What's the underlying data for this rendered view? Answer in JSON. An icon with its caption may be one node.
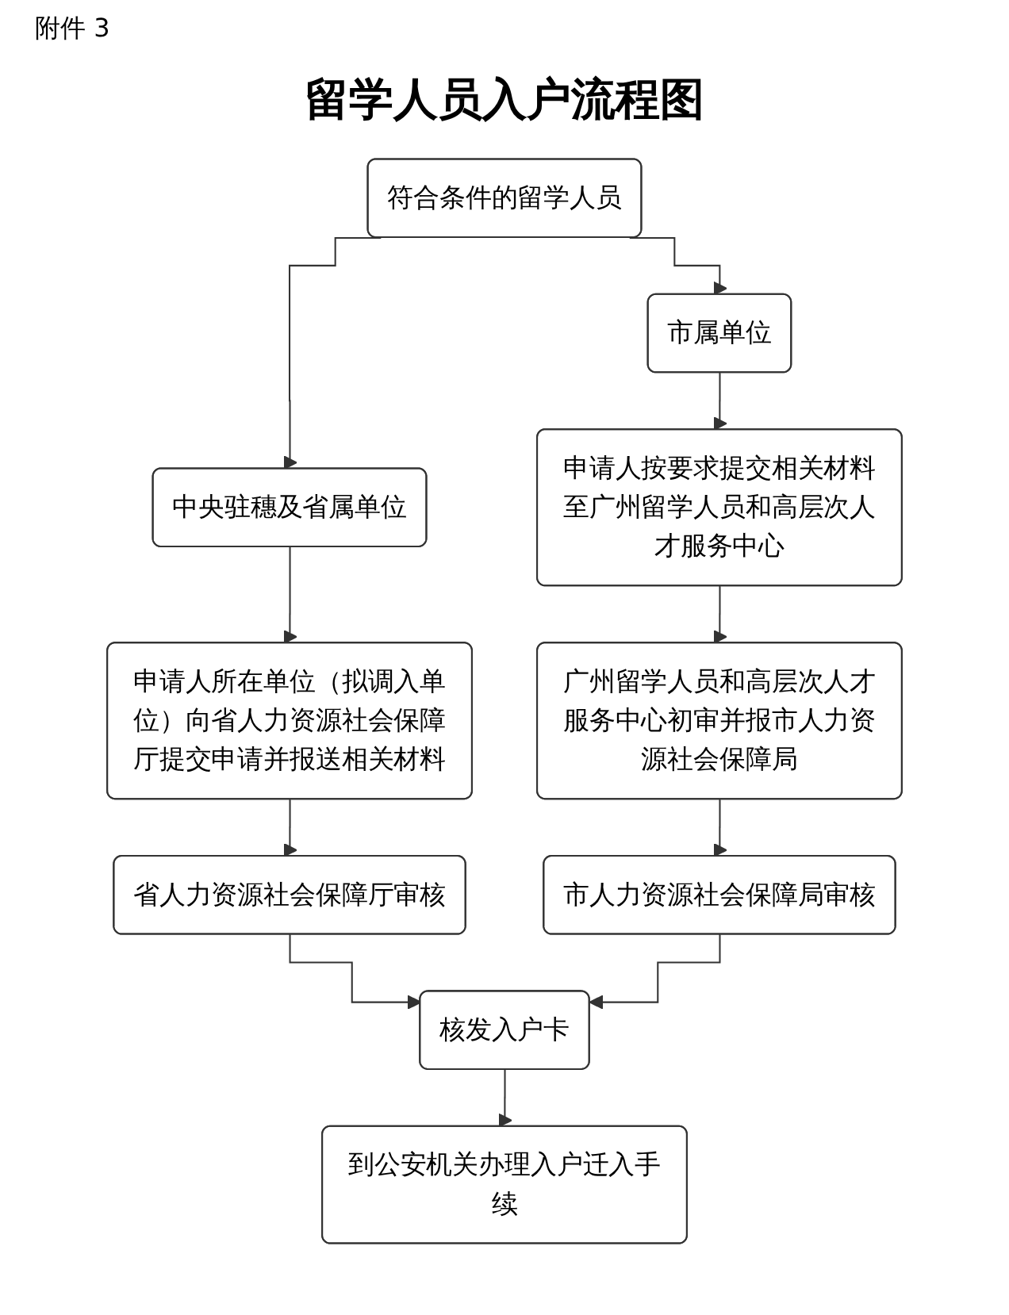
{
  "diagram": {
    "title": "留学人员入户流程图",
    "nodes": [
      {
        "text": [
          "符合条件的留学人员"
        ]
      },
      {
        "text": [
          "中央驻穗及省属单位"
        ]
      },
      {
        "text": [
          "市属单位"
        ]
      },
      {
        "text": [
          "申请人所在单位（拟调入单位）向省人力资源社会保障厅提交申请并报送相关材料"
        ]
      },
      {
        "text": [
          "申请人按要求提交相关材料至广州留学人员和高层次人才服务中心"
        ]
      },
      {
        "text": [
          "广州留学人员和高层次人才服务中心初审并报市人力资源社会保障局"
        ]
      },
      {
        "text": [
          "省人力资源社会保障厅审核"
        ]
      },
      {
        "text": [
          "市人力资源社会保障局审核"
        ]
      },
      {
        "text": [
          "核发入户卡"
        ]
      },
      {
        "text": [
          "到公安机关办理入户迁入手续"
        ]
      }
    ],
    "edges": [
      {
        "from": 0,
        "to": 1,
        "arrow": "to"
      },
      {
        "from": 0,
        "to": 2,
        "arrow": "to"
      },
      {
        "from": 1,
        "to": 3,
        "arrow": "to"
      },
      {
        "from": 2,
        "to": 4,
        "arrow": "to"
      },
      {
        "from": 4,
        "to": 5,
        "arrow": "to"
      },
      {
        "from": 3,
        "to": 6,
        "arrow": "to"
      },
      {
        "from": 5,
        "to": 7,
        "arrow": "to"
      },
      {
        "from": 6,
        "to": 8,
        "arrow": "to"
      },
      {
        "from": 7,
        "to": 8,
        "arrow": "to"
      },
      {
        "from": 8,
        "to": 9,
        "arrow": "to"
      }
    ],
    "labels": [
      "附件 3"
    ]
  }
}
